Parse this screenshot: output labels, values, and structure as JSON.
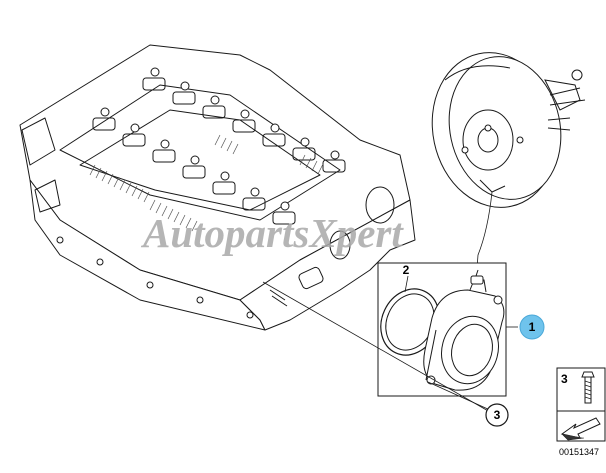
{
  "watermark": "AutopartsXpert",
  "callouts": {
    "part_1": "1",
    "part_2": "2",
    "part_3": "3"
  },
  "legend": {
    "part_number": "3",
    "diagram_id": "00151347"
  },
  "colors": {
    "line": "#1a1a1a",
    "callout_highlight": "#6fc3ec",
    "watermark": "#a9a9a9"
  }
}
